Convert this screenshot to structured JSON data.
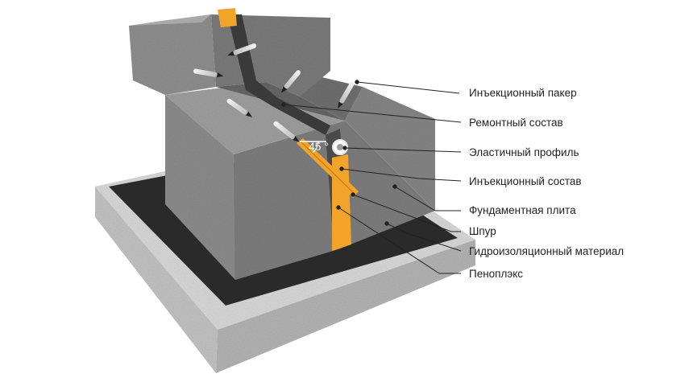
{
  "labels": [
    "Инъекционный пакер",
    "Ремонтный состав",
    "Эластичный профиль",
    "Инъекционный состав",
    "Фундаментная плита",
    "Шпур",
    "Гидроизоляционный материал",
    "Пеноплэкс"
  ],
  "angle_label": "45 °",
  "colors": {
    "concrete": "#8a8a8a",
    "concrete_dark": "#5f5f5f",
    "concrete_light": "#a2a2a2",
    "waterproofing": "#2b2b2b",
    "slab": "#d6d6d6",
    "slab_side": "#bdbdbd",
    "injection": "#f2a42a",
    "leader_line": "#222222"
  }
}
